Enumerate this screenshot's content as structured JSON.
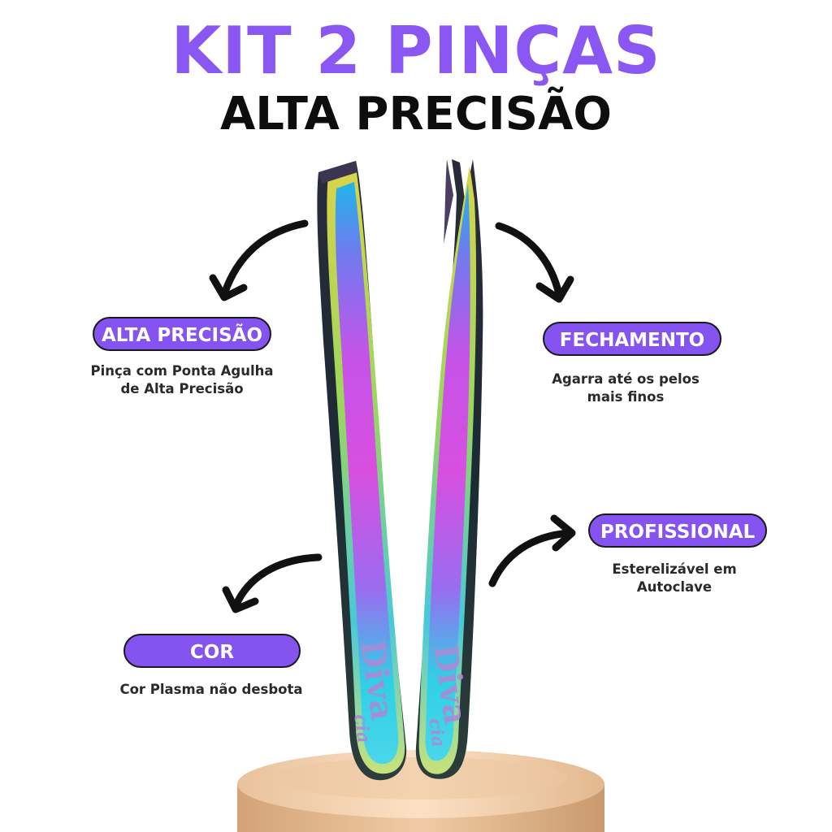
{
  "header": {
    "title": "KIT 2 PINÇAS",
    "subtitle": "ALTA PRECISÃO"
  },
  "features": [
    {
      "badge": "ALTA PRECISÃO",
      "lines": [
        "Pinça com Ponta Agulha",
        "de Alta Precisão"
      ]
    },
    {
      "badge": "FECHAMENTO",
      "lines": [
        "Agarra até os pelos",
        "mais finos"
      ]
    },
    {
      "badge": "PROFISSIONAL",
      "lines": [
        "Esterelizável em",
        "Autoclave"
      ]
    },
    {
      "badge": "COR",
      "lines": [
        "Cor Plasma não desbota"
      ]
    }
  ],
  "product": {
    "brand": "Diva",
    "brand_suffix": "cia"
  },
  "colors": {
    "accent": "#8553f0",
    "title": "#8b57f2",
    "text": "#0d0d0d"
  }
}
